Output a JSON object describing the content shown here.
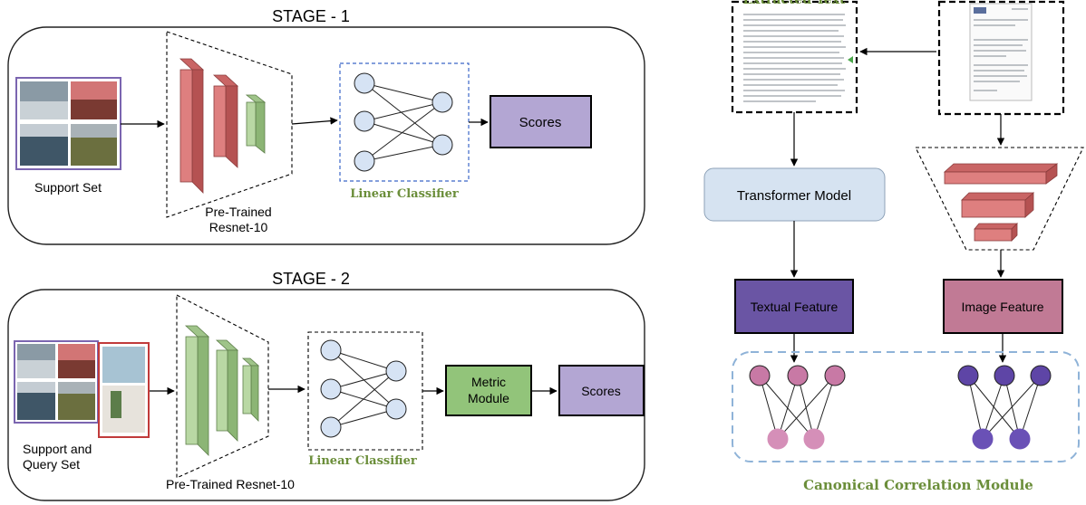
{
  "stage1": {
    "title": "STAGE - 1",
    "support_label": "Support Set",
    "backbone_label_line1": "Pre-Trained",
    "backbone_label_line2": "Resnet-10",
    "classifier_label": "Linear Classifier",
    "scores_label": "Scores"
  },
  "stage2": {
    "title": "STAGE - 2",
    "support_label_line1": "Support and",
    "support_label_line2": "Query Set",
    "backbone_label": "Pre-Trained Resnet-10",
    "classifier_label": "Linear Classifier",
    "metric_label_line1": "Metric",
    "metric_label_line2": "Module",
    "scores_label": "Scores"
  },
  "right": {
    "extracted_text_label": "Extracted Text",
    "transformer_label": "Transformer Model",
    "textual_feature_label": "Textual Feature",
    "image_feature_label": "Image Feature",
    "ccm_label": "Canonical Correlation Module"
  },
  "colors": {
    "red_layer": "#de7f7f",
    "green_layer": "#b9d8a4",
    "node_fill": "#d6e3f4",
    "scores_fill": "#b3a6d3",
    "metric_fill": "#92c47a",
    "transformer_fill": "#d6e3f1",
    "textual_fill": "#6a55a4",
    "image_feature_fill": "#c17a95",
    "pink_node": "#c879a5",
    "purple_node": "#5e45a6",
    "dash_blue": "#8fb3d8",
    "support_border": "#7b65b0",
    "query_border": "#c13b3b"
  }
}
